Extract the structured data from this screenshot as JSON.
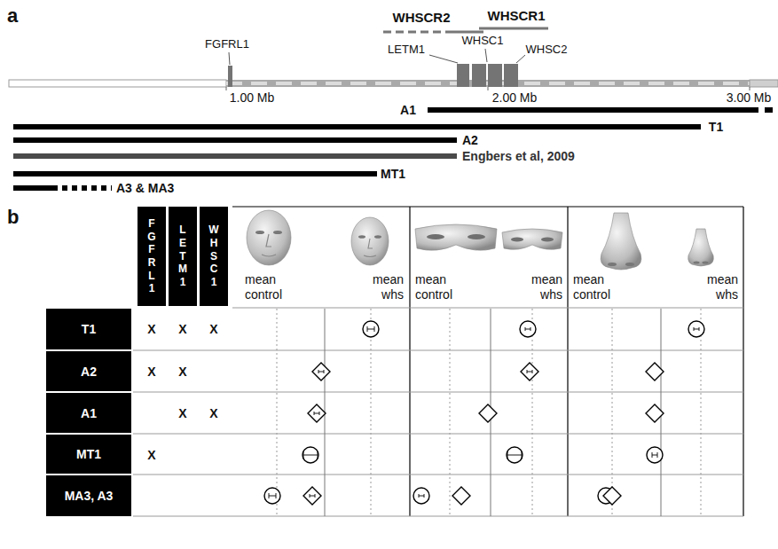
{
  "diagram": {
    "nodes": [
      {
        "text": [
          "FGFRL1"
        ]
      },
      {
        "text": [
          "LETM1"
        ]
      },
      {
        "text": [
          "WHSC1"
        ]
      },
      {
        "text": [
          "T1"
        ]
      },
      {
        "text": [
          "A2"
        ]
      },
      {
        "text": [
          "A1"
        ]
      },
      {
        "text": [
          "MT1"
        ]
      },
      {
        "text": [
          "MA3, A3"
        ]
      }
    ],
    "labels": [
      "a",
      "WHSCR2",
      "WHSCR1",
      "FGFRL1",
      "LETM1",
      "WHSC1",
      "WHSC2",
      "1.00 Mb",
      "2.00 Mb",
      "3.00 Mb",
      "A1",
      "T1",
      "A2",
      "Engbers et al, 2009",
      "MT1",
      "A3 & MA3",
      "b",
      "mean control",
      "mean whs",
      "mean control",
      "mean whs",
      "mean control",
      "mean whs",
      "X",
      "X",
      "X",
      "X",
      "X",
      "X",
      "X",
      "X"
    ]
  }
}
